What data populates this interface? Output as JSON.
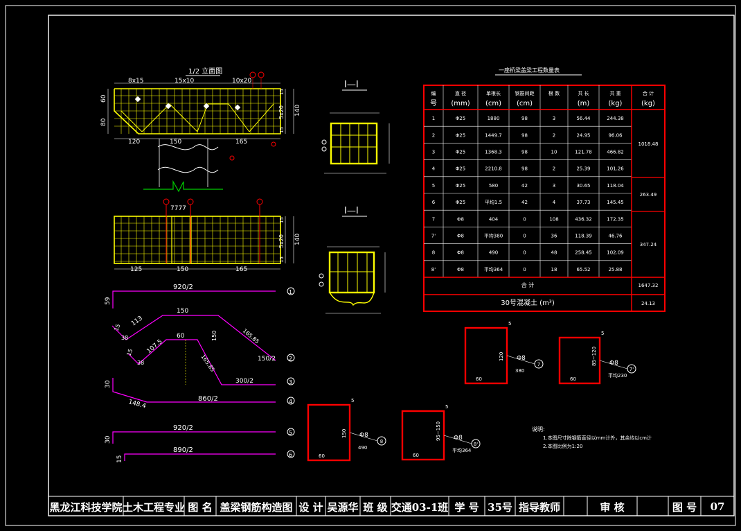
{
  "drawing": {
    "half_elevation_title": "1/2 立面图",
    "section_title_1": "I—I",
    "section_title_2": "I—I",
    "elev_top_dims": [
      "8x15",
      "15x10",
      "10x20"
    ],
    "elev_bottom_dims": [
      "120",
      "150",
      "165"
    ],
    "elev_left_dims": [
      "60",
      "80"
    ],
    "elev_right_dims": [
      "15",
      "5x20",
      "15",
      "140"
    ],
    "plan_top_label": "7777",
    "plan_bottom_dims": [
      "125",
      "150",
      "165"
    ],
    "plan_right_dims": [
      "15",
      "5x20",
      "15",
      "140"
    ]
  },
  "bars": [
    {
      "id": "1",
      "top": "920/2",
      "left": "59"
    },
    {
      "id": "2",
      "dims": [
        "15",
        "113",
        "38",
        "150",
        "165.85",
        "150/2"
      ]
    },
    {
      "id": "3",
      "dims": [
        "15",
        "107.5",
        "38",
        "60",
        "150",
        "165.85",
        "300/2"
      ]
    },
    {
      "id": "4",
      "dims": [
        "30",
        "148.4",
        "860/2"
      ]
    },
    {
      "id": "5",
      "top": "920/2",
      "left": "30"
    },
    {
      "id": "6",
      "top": "890/2",
      "left": "15"
    }
  ],
  "table": {
    "title": "一座桥梁盖梁工程数量表",
    "headers": [
      [
        "编",
        "号"
      ],
      [
        "直 径",
        "(mm)"
      ],
      [
        "单根长",
        "(cm)"
      ],
      [
        "钢筋间距",
        "(cm)"
      ],
      [
        "根 数",
        ""
      ],
      [
        "共 长",
        "(m)"
      ],
      [
        "共 重",
        "(kg)"
      ],
      [
        "合 计",
        "(kg)"
      ]
    ],
    "rows": [
      [
        "1",
        "Φ25",
        "1880",
        "98",
        "3",
        "56.44",
        "244.38"
      ],
      [
        "2",
        "Φ25",
        "1449.7",
        "98",
        "2",
        "24.95",
        "96.06"
      ],
      [
        "3",
        "Φ25",
        "1368.3",
        "98",
        "10",
        "121.78",
        "466.82"
      ],
      [
        "4",
        "Φ25",
        "2210.8",
        "98",
        "2",
        "25.39",
        "101.26"
      ],
      [
        "5",
        "Φ25",
        "580",
        "42",
        "3",
        "30.65",
        "118.04"
      ],
      [
        "6",
        "Φ25",
        "平均1.5",
        "42",
        "4",
        "37.73",
        "145.45"
      ],
      [
        "7",
        "Φ8",
        "404",
        "0",
        "108",
        "436.32",
        "172.35"
      ],
      [
        "7'",
        "Φ8",
        "平均380",
        "0",
        "36",
        "118.39",
        "46.76"
      ],
      [
        "8",
        "Φ8",
        "490",
        "0",
        "48",
        "258.45",
        "102.09"
      ],
      [
        "8'",
        "Φ8",
        "平均364",
        "0",
        "18",
        "65.52",
        "25.88"
      ]
    ],
    "merged_totals": [
      "1018.48",
      "263.49",
      "347.24"
    ],
    "sum_label": "合 计",
    "sum_value": "1647.32",
    "concrete_label": "30号混凝土 (m³)",
    "concrete_value": "24.13"
  },
  "stirrups": [
    {
      "id": "7",
      "height": "120",
      "width": "60",
      "dia": "Φ8",
      "length": "380"
    },
    {
      "id": "7'",
      "height": "85~120",
      "width": "60",
      "dia": "Φ8",
      "length": "平均230"
    },
    {
      "id": "8",
      "height": "150",
      "width": "60",
      "dia": "Φ8",
      "length": "490"
    },
    {
      "id": "8'",
      "height": "95~150",
      "width": "60",
      "dia": "Φ8",
      "length": "平均364"
    }
  ],
  "notes": {
    "title": "说明:",
    "lines": [
      "1.本图尺寸除钢筋直径以mm计外，其余均以cm计",
      "2.本图比例为1:20"
    ]
  },
  "title_block": {
    "school": "黑龙江科技学院",
    "major": "土木工程专业",
    "name_label": "图 名",
    "drawing_name": "盖梁钢筋构造图",
    "design_label": "设 计",
    "designer": "吴源华",
    "class_label": "班 级",
    "class_value": "交通03-1班",
    "student_no_label": "学 号",
    "student_no": "35号",
    "advisor_label": "指导教师",
    "review_label": "审 核",
    "sheet_label": "图 号",
    "sheet_no": "07"
  },
  "colors": {
    "background": "#000000",
    "frame": "#ffffff",
    "rebar": "#ffff00",
    "bent_bar": "#ff00ff",
    "table_border": "#ff0000",
    "marker": "#ff0000",
    "ground": "#00cc00"
  }
}
